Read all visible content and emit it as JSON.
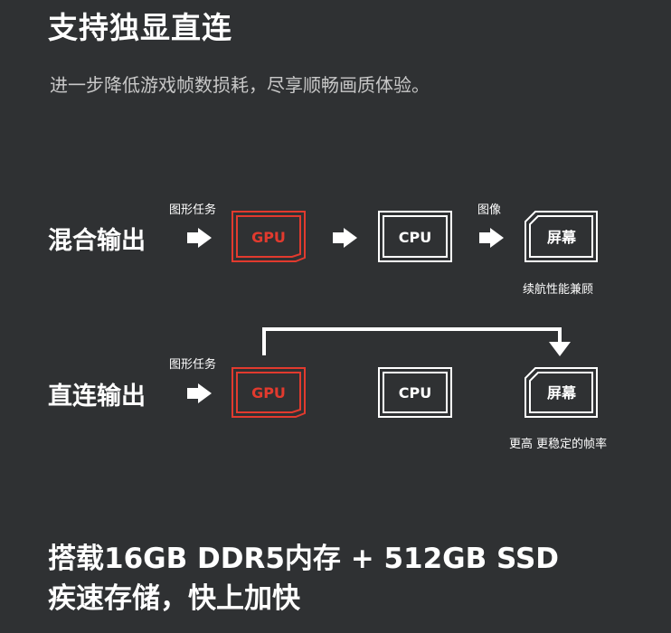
{
  "header": {
    "title": "支持独显直连",
    "subtitle": "进一步降低游戏帧数损耗，尽享顺畅画质体验。"
  },
  "mixed_output": {
    "label": "混合输出",
    "task_label": "图形任务",
    "image_label": "图像",
    "gpu": "GPU",
    "cpu": "CPU",
    "screen": "屏幕",
    "note": "续航性能兼顾"
  },
  "direct_output": {
    "label": "直连输出",
    "task_label": "图形任务",
    "gpu": "GPU",
    "cpu": "CPU",
    "screen": "屏幕",
    "note": "更高 更稳定的帧率"
  },
  "footer": {
    "line1": "搭载16GB DDR5内存 + 512GB SSD",
    "line2": "疾速存储，快上加快"
  },
  "colors": {
    "background": "#2f3133",
    "gpu_red": "#e23a2e",
    "white": "#ffffff"
  }
}
